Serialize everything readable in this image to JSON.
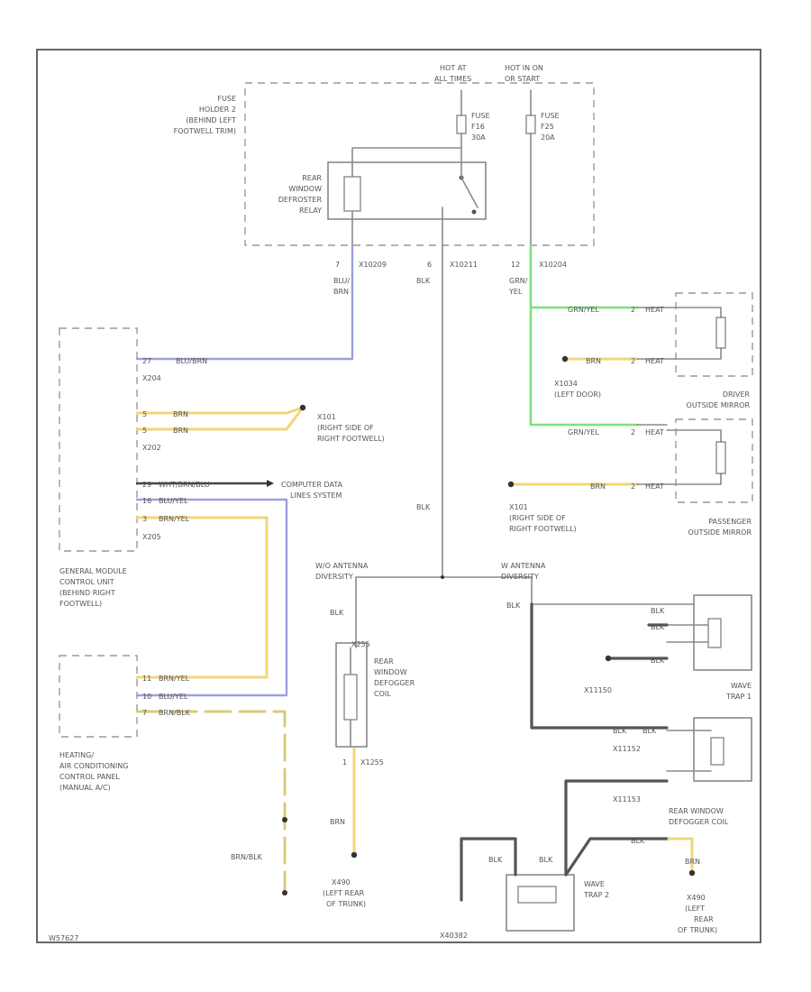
{
  "labels": {
    "fuse_holder": [
      "FUSE",
      "HOLDER 2",
      "(BEHIND LEFT",
      "FOOTWELL TRIM)"
    ],
    "hot_at_all_times": [
      "HOT AT",
      "ALL TIMES"
    ],
    "hot_in_on": [
      "HOT IN ON",
      "OR START"
    ],
    "fuse_f16": [
      "FUSE",
      "F16",
      "30A"
    ],
    "fuse_f25": [
      "FUSE",
      "F25",
      "20A"
    ],
    "relay": [
      "REAR",
      "WINDOW",
      "DEFROSTER",
      "RELAY"
    ],
    "pin_7": "7",
    "pin_7_conn": "X10209",
    "pin_7_wire": [
      "BLU/",
      "BRN"
    ],
    "pin_6": "6",
    "pin_6_conn": "X10211",
    "pin_6_wire": "BLK",
    "pin_12": "12",
    "pin_12_conn": "X10204",
    "pin_12_wire": [
      "GRN/",
      "YEL"
    ],
    "gm_wire_blu_brn": "BLU/BRN",
    "gm_pin_27": "27",
    "gm_conn_x204": "X204",
    "gm_pin_5a": "5",
    "gm_pin_5b": "5",
    "gm_conn_x202": "X202",
    "gm_brn_1": "BRN",
    "gm_brn_2": "BRN",
    "ground_x101_a": [
      "X101",
      "(RIGHT SIDE OF",
      "RIGHT FOOTWELL)"
    ],
    "gm_pin_29": "29",
    "gm_wire_can": "WHT/BRN/BLU",
    "gm_pin_16": "16",
    "gm_wire_blu_yel": "BLU/YEL",
    "gm_pin_3": "3",
    "gm_wire_brn_yel": "BRN/YEL",
    "gm_conn_x205": "X205",
    "computer_data": [
      "COMPUTER DATA",
      "LINES SYSTEM"
    ],
    "gm_title": [
      "GENERAL MODULE",
      "CONTROL UNIT",
      "(BEHIND RIGHT",
      "FOOTWELL)"
    ],
    "mirror_wire_grn_yel_1": "GRN/YEL",
    "mirror_wire_brn_1": "BRN",
    "x1034": [
      "X1034",
      "(LEFT DOOR)"
    ],
    "driver_mirror": [
      "DRIVER",
      "OUTSIDE MIRROR"
    ],
    "mirror_wire_grn_yel_2": "GRN/YEL",
    "mirror_wire_brn_2": "BRN",
    "ground_x101_b": [
      "X101",
      "(RIGHT SIDE OF",
      "RIGHT FOOTWELL)"
    ],
    "pass_mirror": [
      "PASSENGER",
      "OUTSIDE MIRROR"
    ],
    "mirror_pin_2a": "2",
    "mirror_pin_2b": "2",
    "mirror_pin_2c": "2",
    "mirror_pin_2d": "2",
    "mirror_heat_1": "HEAT",
    "mirror_heat_2": "HEAT",
    "mirror_heat_3": "HEAT",
    "mirror_heat_4": "HEAT",
    "center_blk": "BLK",
    "am_antenna": [
      "W/O ANTENNA",
      "DIVERSITY"
    ],
    "w_antenna": [
      "W ANTENNA",
      "DIVERSITY"
    ],
    "blk_left": "BLK",
    "blk_right": "BLK",
    "coil_conn_x255": "X255",
    "coil_title": [
      "REAR",
      "WINDOW",
      "DEFOGGER",
      "COIL"
    ],
    "coil_pin_1": "1",
    "coil_conn_x1255": "X1255",
    "coil_wire_brn": "BRN",
    "ground_g40_a": [
      "X490",
      "(LEFT REAR",
      "OF TRUNK)"
    ],
    "hvac_pin_11": "11",
    "hvac_wire_brn_yel": "BRN/YEL",
    "hvac_pin_10": "10",
    "hvac_wire_blu_yel": "BLU/YEL",
    "hvac_pin_7": "7",
    "hvac_wire_brn_blk": "BRN/BLK",
    "hvac_title": [
      "HEATING/",
      "AIR CONDITIONING",
      "CONTROL PANEL",
      "(MANUAL A/C)"
    ],
    "brn_blk_bottom": "BRN/BLK",
    "wave_blk_1": "BLK",
    "wave_blk_2": "BLK",
    "wave_blk_3": "BLK",
    "x11150": "X11150",
    "wave_trap_1": [
      "WAVE",
      "TRAP 1"
    ],
    "wave_blk_4": "BLK",
    "wave_blk_5": "BLK",
    "x11152": "X11152",
    "x11153": "X11153",
    "rear_defog_coil": [
      "REAR WINDOW",
      "DEFOGGER COIL"
    ],
    "wave_trap_2": [
      "WAVE",
      "TRAP 2"
    ],
    "trap2_blk_a": "BLK",
    "trap2_blk_b": "BLK",
    "trap2_blk_c": "BLK",
    "trap2_brn": "BRN",
    "ground_g40_b": [
      "X490",
      "(LEFT",
      "REAR",
      "OF TRUNK)"
    ],
    "bottom_code": "X40382",
    "corner_code": "W57627"
  }
}
